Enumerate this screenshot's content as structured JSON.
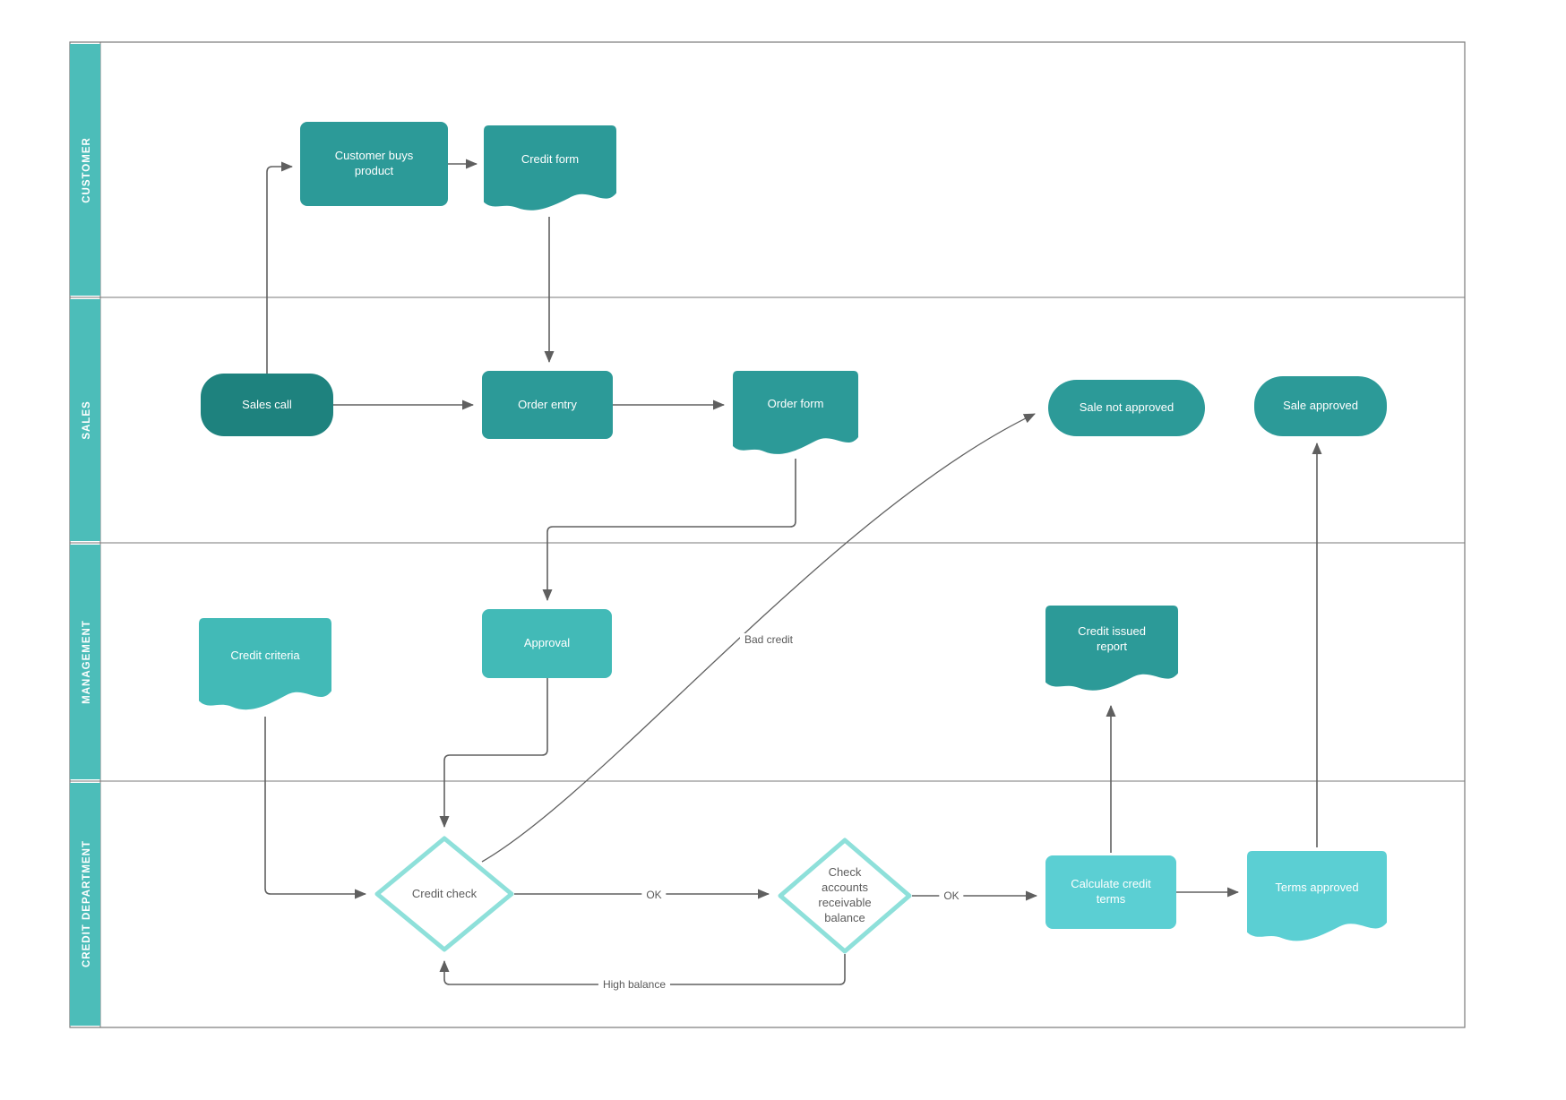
{
  "diagram": {
    "kind": "swimlane-flowchart",
    "description": "Credit approval process flowchart with four swimlanes"
  },
  "lanes": [
    {
      "label": "CUSTOMER"
    },
    {
      "label": "SALES"
    },
    {
      "label": "MANAGEMENT"
    },
    {
      "label": "CREDIT DEPARTMENT"
    }
  ],
  "nodes": {
    "customer_buys_product": {
      "label": "Customer buys product",
      "type": "process",
      "lane": "CUSTOMER"
    },
    "credit_form": {
      "label": "Credit form",
      "type": "document",
      "lane": "CUSTOMER"
    },
    "sales_call": {
      "label": "Sales call",
      "type": "terminator",
      "lane": "SALES"
    },
    "order_entry": {
      "label": "Order entry",
      "type": "process",
      "lane": "SALES"
    },
    "order_form": {
      "label": "Order form",
      "type": "document",
      "lane": "SALES"
    },
    "sale_not_approved": {
      "label": "Sale not approved",
      "type": "terminator",
      "lane": "SALES"
    },
    "sale_approved": {
      "label": "Sale approved",
      "type": "terminator",
      "lane": "SALES"
    },
    "credit_criteria": {
      "label": "Credit criteria",
      "type": "document",
      "lane": "MANAGEMENT"
    },
    "approval": {
      "label": "Approval",
      "type": "process",
      "lane": "MANAGEMENT"
    },
    "credit_issued_report": {
      "label": "Credit issued report",
      "type": "document",
      "lane": "MANAGEMENT"
    },
    "credit_check": {
      "label": "Credit check",
      "type": "decision",
      "lane": "CREDIT DEPARTMENT"
    },
    "check_accounts_receivable_balance": {
      "label": "Check accounts receivable balance",
      "type": "decision",
      "lane": "CREDIT DEPARTMENT"
    },
    "calculate_credit_terms": {
      "label": "Calculate credit terms",
      "type": "process",
      "lane": "CREDIT DEPARTMENT"
    },
    "terms_approved": {
      "label": "Terms approved",
      "type": "document",
      "lane": "CREDIT DEPARTMENT"
    }
  },
  "edge_labels": {
    "ok_credit_check": "OK",
    "ok_balance": "OK",
    "bad_credit": "Bad credit",
    "high_balance": "High balance"
  },
  "colors": {
    "lane_strip": "#4cbdb9",
    "process_dark": "#2c9a98",
    "process_darkest": "#1e827e",
    "process_medium": "#42bab7",
    "process_light": "#5bcfd3",
    "decision_border": "#8ee0da",
    "decision_fill": "#ffffff",
    "connector": "#616161",
    "frame_border": "#7a7a7a",
    "node_text": "#ffffff",
    "decision_text": "#5c5c5c",
    "edge_label_text": "#595959"
  }
}
